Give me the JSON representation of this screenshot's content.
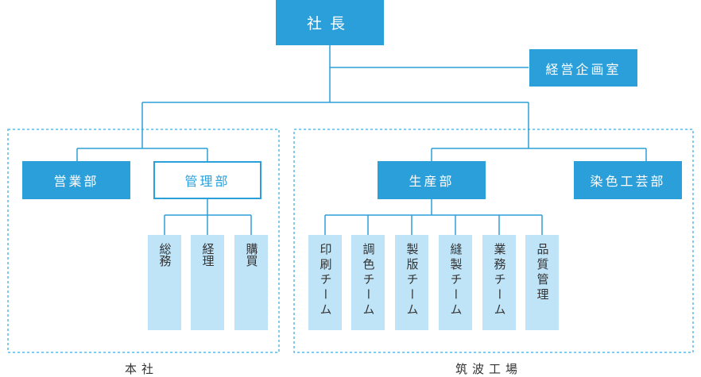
{
  "top": {
    "president": "社長",
    "planning_office": "経営企画室"
  },
  "headquarters": {
    "label": "本社",
    "sales": "営業部",
    "admin": "管理部",
    "admin_units": [
      "総務",
      "経理",
      "購買"
    ]
  },
  "factory": {
    "label": "筑波工場",
    "production": "生産部",
    "dyeing": "染色工芸部",
    "teams": [
      "印刷チーム",
      "調色チーム",
      "製版チーム",
      "縫製チーム",
      "業務チーム",
      "品質管理"
    ]
  },
  "colors": {
    "primary": "#2b9fd9",
    "light": "#bfe3f7",
    "text": "#333333"
  }
}
